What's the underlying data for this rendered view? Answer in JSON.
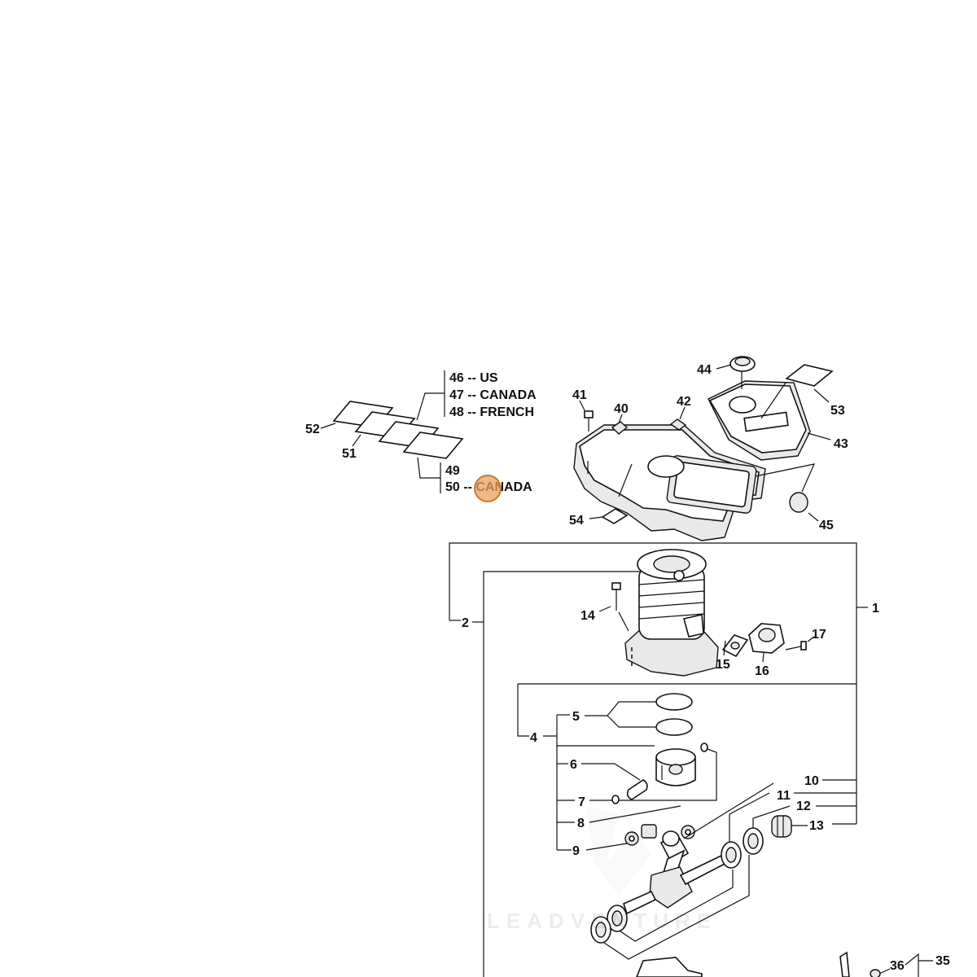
{
  "callouts": {
    "c1": "1",
    "c2": "2",
    "c4": "4",
    "c5": "5",
    "c6": "6",
    "c7": "7",
    "c8": "8",
    "c9": "9",
    "c10": "10",
    "c11": "11",
    "c12": "12",
    "c13": "13",
    "c14": "14",
    "c15": "15",
    "c16": "16",
    "c17": "17",
    "c35": "35",
    "c36": "36",
    "c40": "40",
    "c41": "41",
    "c42": "42",
    "c43": "43",
    "c44": "44",
    "c45": "45",
    "c49": "49",
    "c51": "51",
    "c52": "52",
    "c53": "53",
    "c54": "54"
  },
  "variants": {
    "v46": "46 -- US",
    "v47": "47 -- CANADA",
    "v48": "48 -- FRENCH",
    "v50": "50 -- CANADA"
  },
  "watermark": "LEADVENTURE",
  "colors": {
    "ink": "#111111",
    "highlight": "#e8a060",
    "highlight_ring": "#d07828"
  }
}
